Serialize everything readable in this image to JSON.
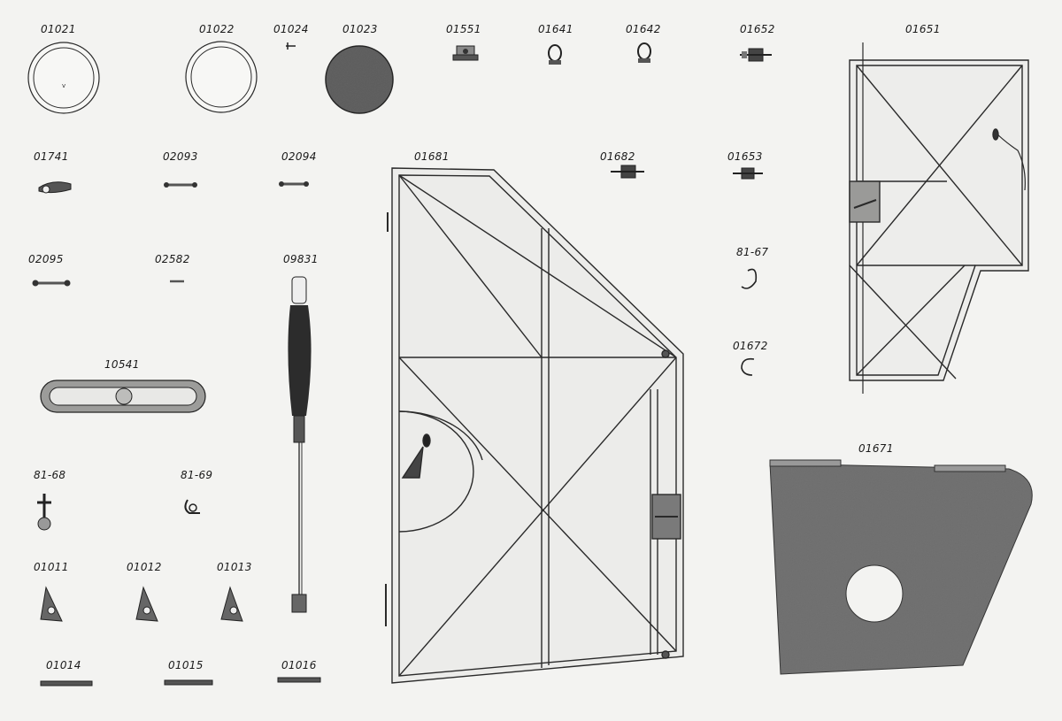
{
  "sheet": {
    "labels": {
      "p01021": "01021",
      "p01022": "01022",
      "p01024": "01024",
      "p01023": "01023",
      "p01551": "01551",
      "p01641": "01641",
      "p01642": "01642",
      "p01652": "01652",
      "p01651": "01651",
      "p01741": "01741",
      "p02093": "02093",
      "p02094": "02094",
      "p01681": "01681",
      "p01682": "01682",
      "p01653": "01653",
      "p02095": "02095",
      "p02582": "02582",
      "p09831": "09831",
      "p8167": "81-67",
      "p01672": "01672",
      "p10541": "10541",
      "p01671": "01671",
      "p8168": "81-68",
      "p8169": "81-69",
      "p01011": "01011",
      "p01012": "01012",
      "p01013": "01013",
      "p01014": "01014",
      "p01015": "01015",
      "p01016": "01016"
    },
    "colors": {
      "ink": "#2a2a2a",
      "dark_fill": "#555555",
      "grey_fill": "#7a7a7a",
      "frame": "#ececea"
    }
  }
}
